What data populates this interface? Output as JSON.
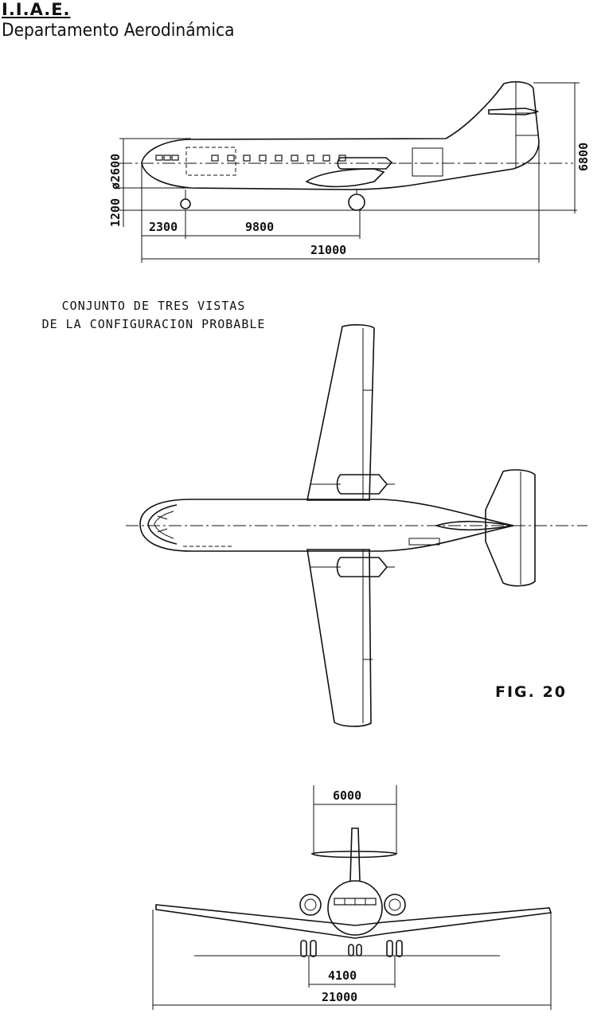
{
  "header": {
    "organization": "I.I.A.E.",
    "department": "Departamento Aerodinámica"
  },
  "caption": {
    "line1": "CONJUNTO DE TRES VISTAS",
    "line2": "DE LA CONFIGURACION PROBABLE"
  },
  "figure_label": "FIG. 20",
  "side_view": {
    "dims": {
      "ground_clearance": "1200",
      "fuselage_diameter": "ø2600",
      "height": "6800",
      "nose_to_gear": "2300",
      "wheelbase": "9800",
      "length": "21000"
    }
  },
  "front_view": {
    "dims": {
      "tailplane_span": "6000",
      "track": "4100",
      "wingspan": "21000"
    }
  }
}
